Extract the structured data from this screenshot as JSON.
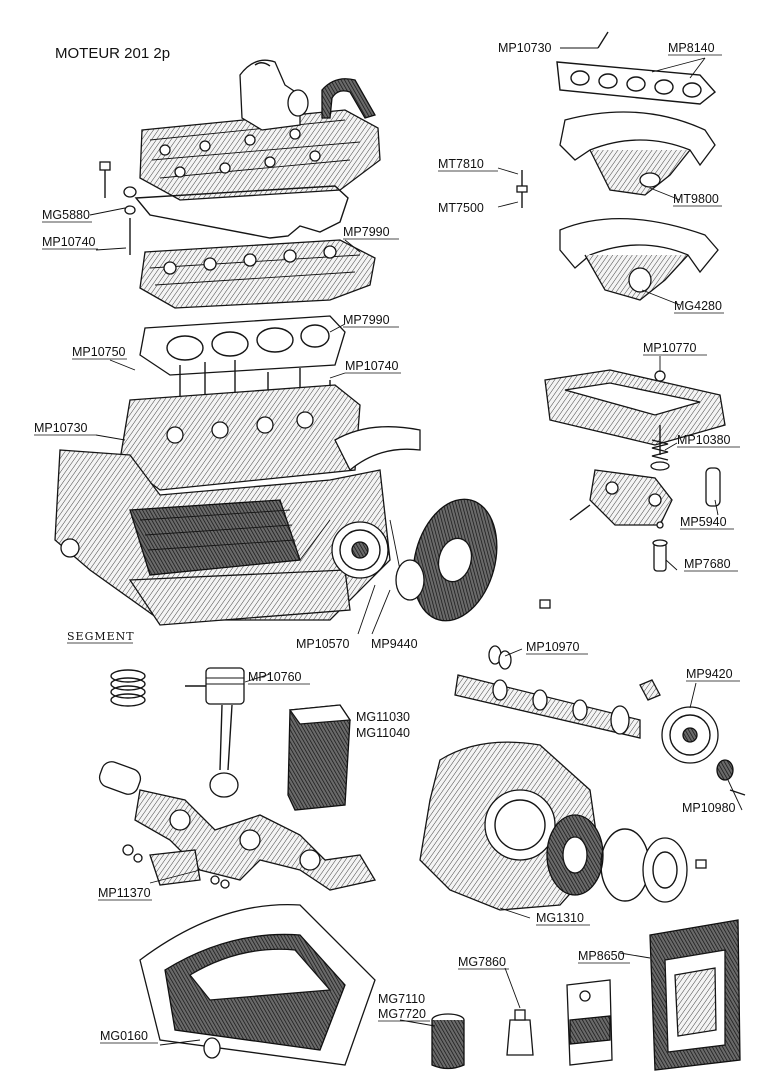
{
  "title": "MOTEUR 201 2p",
  "segment_label": "SEGMENT",
  "parts": {
    "mp10730_top": "MP10730",
    "mp8140": "MP8140",
    "mt7810": "MT7810",
    "mt7500": "MT7500",
    "mt9800": "MT9800",
    "mg4280": "MG4280",
    "mg5880": "MG5880",
    "mp10740_top": "MP10740",
    "mp7990_top": "MP7990",
    "mp7990_gasket": "MP7990",
    "mp10750": "MP10750",
    "mp10740_mid": "MP10740",
    "mp10730_mid": "MP10730",
    "mp10770": "MP10770",
    "mp10380": "MP10380",
    "mp5940": "MP5940",
    "mp7680": "MP7680",
    "mp10570": "MP10570",
    "mp9440": "MP9440",
    "mp10970": "MP10970",
    "mp10760": "MP10760",
    "mg11030": "MG11030",
    "mg11040": "MG11040",
    "mp9420": "MP9420",
    "mp10980": "MP10980",
    "mp11370": "MP11370",
    "mg1310": "MG1310",
    "mg7860": "MG7860",
    "mp8650": "MP8650",
    "mg7110": "MG7110",
    "mg7720": "MG7720",
    "mg0160": "MG0160"
  }
}
